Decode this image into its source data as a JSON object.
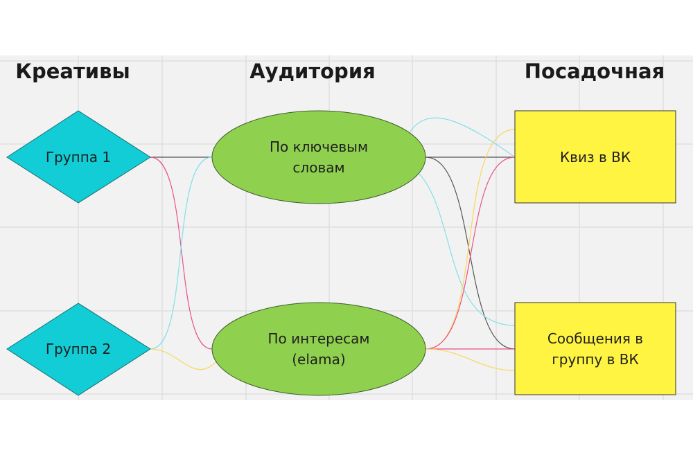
{
  "headers": {
    "creatives": "Креативы",
    "audience": "Аудитория",
    "landing": "Посадочная"
  },
  "creatives": [
    {
      "label": "Группа 1"
    },
    {
      "label": "Группа 2"
    }
  ],
  "audiences": [
    {
      "label": "По ключевым\nсловам"
    },
    {
      "label": "По интересам\n(elama)"
    }
  ],
  "landings": [
    {
      "label": "Квиз в ВК"
    },
    {
      "label": "Сообщения в\nгруппу в ВК"
    }
  ],
  "colors": {
    "canvas": "#f2f2f2",
    "diamond": "#12ccd6",
    "ellipse": "#8fd14f",
    "rect": "#fff442",
    "black": "#555555",
    "pink": "#e8508a",
    "cyan": "#7fe0ea",
    "yellow": "#fad55c"
  }
}
